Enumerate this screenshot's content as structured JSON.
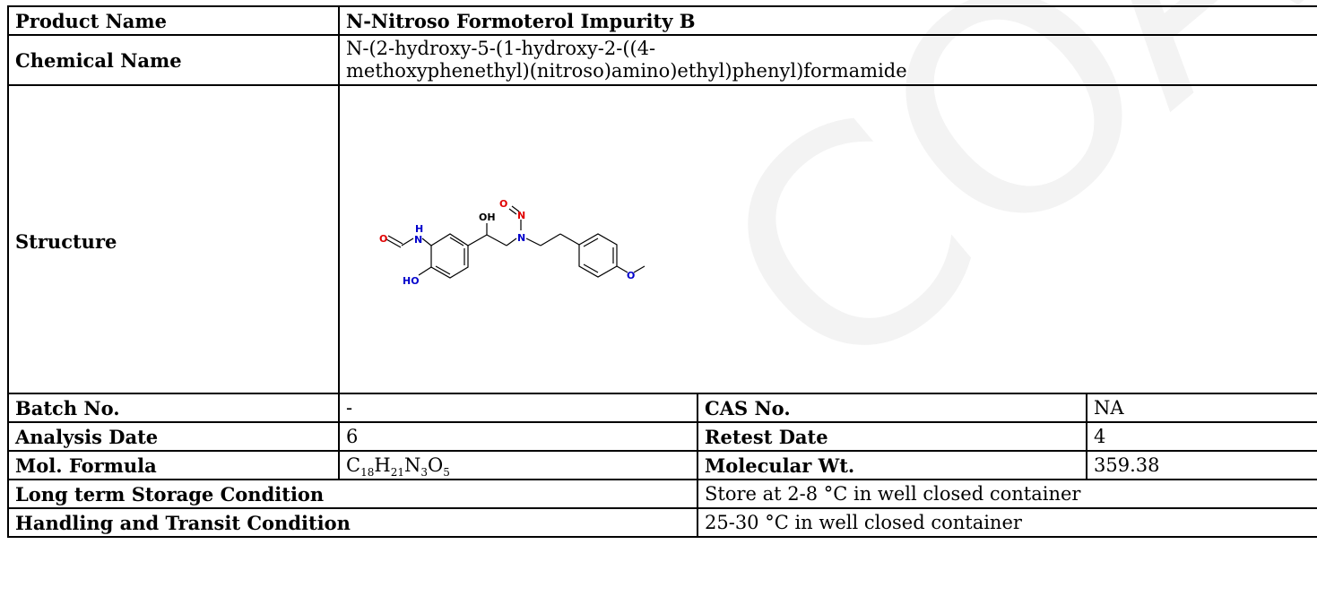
{
  "watermark": "COA",
  "product": {
    "label": "Product Name",
    "value": "N-Nitroso Formoterol Impurity B"
  },
  "chemical_name": {
    "label": "Chemical Name",
    "line1": "N-(2-hydroxy-5-(1-hydroxy-2-((4-",
    "line2": "methoxyphenethyl)(nitroso)amino)ethyl)phenyl)formamide"
  },
  "structure": {
    "label": "Structure",
    "atoms": {
      "o_formyl": "O",
      "nh_n": "N",
      "nh_h": "H",
      "oh_top": "OH",
      "o_nitroso": "O",
      "n_nitroso": "N",
      "n_amine": "N",
      "ho": "HO",
      "o_methoxy": "O"
    }
  },
  "batch": {
    "label": "Batch No.",
    "value": "-"
  },
  "cas": {
    "label": "CAS No.",
    "value": "NA"
  },
  "analysis_date": {
    "label": "Analysis Date",
    "value": "6"
  },
  "retest_date": {
    "label": "Retest Date",
    "value": "4"
  },
  "mol_formula": {
    "label": "Mol. Formula",
    "parts": [
      "C",
      "18",
      "H",
      "21",
      "N",
      "3",
      "O",
      "5"
    ]
  },
  "mol_weight": {
    "label": "Molecular Wt.",
    "value": "359.38"
  },
  "storage": {
    "label": "Long term Storage Condition",
    "value": "Store at 2-8 °C in well closed container"
  },
  "transit": {
    "label": "Handling and Transit Condition",
    "value": "25-30 °C in well closed container"
  }
}
